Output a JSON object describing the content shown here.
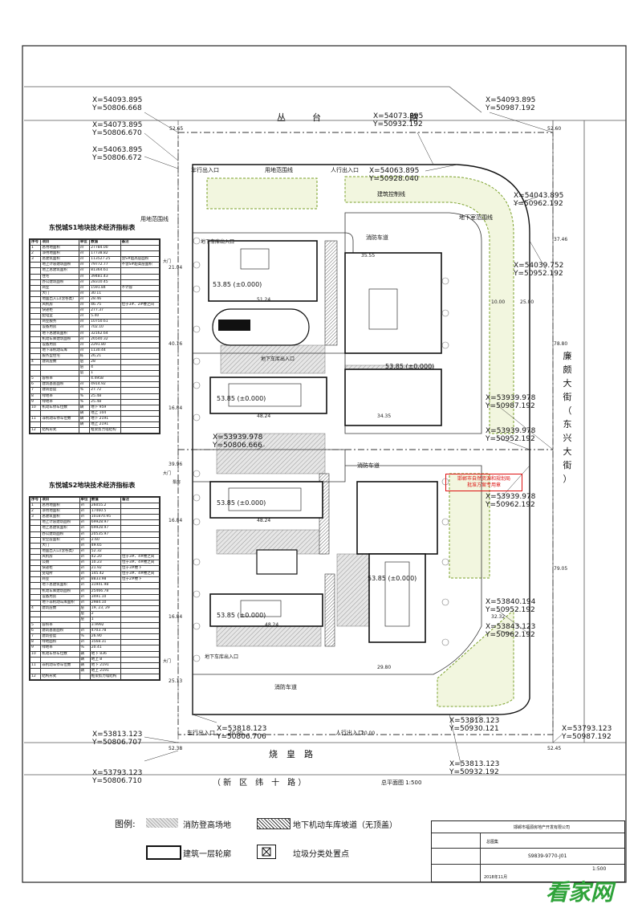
{
  "streets": {
    "north": "丛　　　台　　　　　　　　　　路",
    "south": "烧　皇　路",
    "south_alt": "（ 新　区　纬　十　路 ）",
    "east": [
      "廉",
      "颇",
      "大",
      "街",
      "（",
      "东",
      "兴",
      "大",
      "街",
      "）"
    ]
  },
  "coords": [
    {
      "x": "X=54093.895",
      "y": "Y=50806.668"
    },
    {
      "x": "X=54073.895",
      "y": "Y=50806.670"
    },
    {
      "x": "X=54063.895",
      "y": "Y=50806.672"
    },
    {
      "x": "X=54073.895",
      "y": "Y=50932.192"
    },
    {
      "x": "X=54063.895",
      "y": "Y=50928.040"
    },
    {
      "x": "X=54093.895",
      "y": "Y=50987.192"
    },
    {
      "x": "X=54043.895",
      "y": "Y=50962.192"
    },
    {
      "x": "X=54039.752",
      "y": "Y=50952.192"
    },
    {
      "x": "X=53939.978",
      "y": "Y=50987.192"
    },
    {
      "x": "X=53939.978",
      "y": "Y=50952.192"
    },
    {
      "x": "X=53939.978",
      "y": "Y=50962.192"
    },
    {
      "x": "X=53840.194",
      "y": "Y=50952.192"
    },
    {
      "x": "X=53843.123",
      "y": "Y=50962.192"
    },
    {
      "x": "X=53818.123",
      "y": "Y=50930.121"
    },
    {
      "x": "X=53793.123",
      "y": "Y=50987.192"
    },
    {
      "x": "X=53813.123",
      "y": "Y=50932.192"
    },
    {
      "x": "X=53818.123",
      "y": "Y=50806.706"
    },
    {
      "x": "X=53813.123",
      "y": "Y=50806.707"
    },
    {
      "x": "X=53793.123",
      "y": "Y=50806.710"
    },
    {
      "x": "X=53939.978",
      "y": "Y=50806.666"
    }
  ],
  "labels": {
    "entrance_car_n": "车行出入口",
    "entrance_ped_n": "人行出入口",
    "entrance_car_s": "车行出入口",
    "entrance_ped_s": "人行出入口",
    "landuse_line": "用地范围线",
    "build_line": "建筑控制线",
    "underground_line": "地下室范围线",
    "landuse_line2": "用地范围线",
    "fire_road_1": "消防车道",
    "fire_road_2": "消防车道",
    "fire_road_3": "消防车道",
    "garage_ramp": "地下车库出入口",
    "garage_ramp2": "地下车库出入口",
    "garage_ramp3": "地下车库出入口",
    "gate1": "大门",
    "gate2": "大门",
    "gate3": "大门",
    "pump": "泵房",
    "elev_b1": "53.85 (±0.000)",
    "elev_b2": "53.85 (±0.000)",
    "elev_b3": "53.85 (±0.000)",
    "elev_b4": "53.85 (±0.000)",
    "elev_b5": "53.85 (±0.000)",
    "elev_b6": "53.85 (±0.000)",
    "plan_title": "总平面图 1:500"
  },
  "corner_elev": {
    "nw": "52.65",
    "ne": "52.60",
    "sw": "52.38",
    "se": "52.45"
  },
  "table1": {
    "title": "东悦城S1地块技术经济指标表",
    "header": [
      "序号",
      "项目",
      "单位",
      "数值",
      "备注"
    ],
    "rows": [
      [
        "1",
        "总用地面积",
        "㎡",
        "27784.00",
        ""
      ],
      [
        "2",
        "净用地面积",
        "㎡",
        "17738.82",
        ""
      ],
      [
        "3",
        "总建筑面积",
        "㎡",
        "113527.25",
        "含S#超高层面积"
      ],
      [
        "",
        "地上计容建筑面积",
        "㎡",
        "79772.77",
        "不含S#超高层面积"
      ],
      [
        "",
        "地上总建筑面积",
        "㎡",
        "81364.61",
        ""
      ],
      [
        "",
        "住宅",
        "㎡",
        "39481.43",
        ""
      ],
      [
        "",
        "办公建筑面积",
        "㎡",
        "28310.45",
        ""
      ],
      [
        "",
        "商业",
        "㎡",
        "1591.84",
        "不计容"
      ],
      [
        "",
        "大门",
        "㎡",
        "30.11",
        ""
      ],
      [
        "",
        "地面出入口(含各类)",
        "㎡",
        "28.46",
        ""
      ],
      [
        "",
        "风机房",
        "㎡",
        "46.75",
        "位于3#、2#楼之间"
      ],
      [
        "",
        "快递柜",
        "㎡",
        "277.37",
        ""
      ],
      [
        "",
        "配电室",
        "㎡",
        "5.40",
        ""
      ],
      [
        "",
        "商业服务",
        "㎡",
        "10750.61",
        ""
      ],
      [
        "",
        "设备用房",
        "㎡",
        "702.10",
        ""
      ],
      [
        "",
        "地下总建筑面积",
        "㎡",
        "32162.64",
        ""
      ],
      [
        "",
        "机动车库建筑面积",
        "㎡",
        "26540.32",
        ""
      ],
      [
        "",
        "设备用房",
        "㎡",
        "2291.80",
        ""
      ],
      [
        "",
        "地下非机动车库",
        "㎡",
        "1130.44",
        ""
      ],
      [
        "",
        "服务型住宅",
        "栋",
        "26,21",
        ""
      ],
      [
        "4",
        "建筑层数",
        "层",
        "28",
        ""
      ],
      [
        "",
        "",
        "层",
        "4",
        ""
      ],
      [
        "",
        "",
        "层",
        "1",
        ""
      ],
      [
        "5",
        "容积率",
        "",
        "4.4958",
        ""
      ],
      [
        "6",
        "建筑基底面积",
        "㎡",
        "4914.92",
        ""
      ],
      [
        "7",
        "建筑密度",
        "%",
        "27.72",
        ""
      ],
      [
        "8",
        "绿地率",
        "%",
        "25.48",
        ""
      ],
      [
        "9",
        "绿地率",
        "%",
        "25.48",
        ""
      ],
      [
        "10",
        "机动车停车位数",
        "辆",
        "地下 959",
        ""
      ],
      [
        "",
        "",
        "辆",
        "地上 104",
        ""
      ],
      [
        "11",
        "非机动车停车位数",
        "辆",
        "地下 2191",
        ""
      ],
      [
        "",
        "",
        "辆",
        "地上 2191",
        ""
      ],
      [
        "12",
        "结构形式",
        "",
        "框架剪力墙结构",
        ""
      ]
    ]
  },
  "table2": {
    "title": "东悦城S2地块技术经济指标表",
    "header": [
      "序号",
      "项目",
      "单位",
      "数值",
      "备注"
    ],
    "rows": [
      [
        "1",
        "总用地面积",
        "㎡",
        "26055.2",
        ""
      ],
      [
        "2",
        "净用地面积",
        "㎡",
        "17460.5",
        ""
      ],
      [
        "3",
        "总建筑面积",
        "㎡",
        "101870.95",
        ""
      ],
      [
        "",
        "地上计容建筑面积",
        "㎡",
        "69928.97",
        ""
      ],
      [
        "",
        "地上总建筑面积",
        "㎡",
        "69928.97",
        ""
      ],
      [
        "",
        "办公建筑面积",
        "㎡",
        "20535.97",
        ""
      ],
      [
        "",
        "架空层面积",
        "㎡",
        "2.60",
        ""
      ],
      [
        "",
        "大门",
        "㎡",
        "49.65",
        ""
      ],
      [
        "",
        "地面出入口(含各类)",
        "㎡",
        "52.32",
        ""
      ],
      [
        "",
        "风机房",
        "㎡",
        "42.20",
        "位于3#、4#楼之间"
      ],
      [
        "",
        "公厕",
        "㎡",
        "10.23",
        "位于3#、4#楼之间"
      ],
      [
        "",
        "快递柜",
        "㎡",
        "21.92",
        "位于3#楼下"
      ],
      [
        "",
        "变电所",
        "㎡",
        "145.42",
        "位于3#、4#楼之间"
      ],
      [
        "",
        "商业",
        "㎡",
        "8833.98",
        "位于2#楼下"
      ],
      [
        "",
        "地下总建筑面积",
        "㎡",
        "31941.98",
        ""
      ],
      [
        "",
        "机动车库建筑面积",
        "㎡",
        "25466.78",
        ""
      ],
      [
        "",
        "设备用房",
        "㎡",
        "3491.10",
        ""
      ],
      [
        "",
        "地下非机动车库面积",
        "㎡",
        "2984.10",
        ""
      ],
      [
        "4",
        "建筑层数",
        "层",
        "19, 23, 29",
        ""
      ],
      [
        "",
        "",
        "层",
        "2",
        ""
      ],
      [
        "",
        "",
        "层",
        "1",
        ""
      ],
      [
        "5",
        "容积率",
        "",
        "3.9992",
        ""
      ],
      [
        "6",
        "建筑基底面积",
        "㎡",
        "4703.78",
        ""
      ],
      [
        "7",
        "建筑密度",
        "%",
        "26.90",
        ""
      ],
      [
        "8",
        "绿地面积",
        "㎡",
        "3568.31",
        ""
      ],
      [
        "9",
        "绿地率",
        "%",
        "20.41",
        ""
      ],
      [
        "10",
        "机动车停车位数",
        "辆",
        "地下 836",
        ""
      ],
      [
        "",
        "",
        "辆",
        "地上 8",
        ""
      ],
      [
        "11",
        "非机动车停车位数",
        "辆",
        "地下 2191",
        ""
      ],
      [
        "",
        "",
        "辆",
        "地上 2191",
        ""
      ],
      [
        "12",
        "结构形式",
        "",
        "框架剪力墙结构",
        ""
      ]
    ]
  },
  "legend": {
    "title": "图例:",
    "items": [
      {
        "label": "消防登高场地"
      },
      {
        "label": "地下机动车库坡道（无顶盖）"
      },
      {
        "label": "建筑一层轮廓"
      },
      {
        "label": "垃圾分类处置点"
      }
    ]
  },
  "titleblock": {
    "company": "邯郸市福源房地产开发有限公司",
    "drawing": "总图集",
    "number": "S9839-9770-J01",
    "scale": "1:500",
    "date": "2018年11月"
  },
  "stamp": [
    "邯郸市自然资源和规划局",
    "批准方案专用章"
  ],
  "logo": "看家网",
  "colors": {
    "green": "#b7d36f",
    "hatch": "#bcbcbc",
    "red": "#d11"
  }
}
